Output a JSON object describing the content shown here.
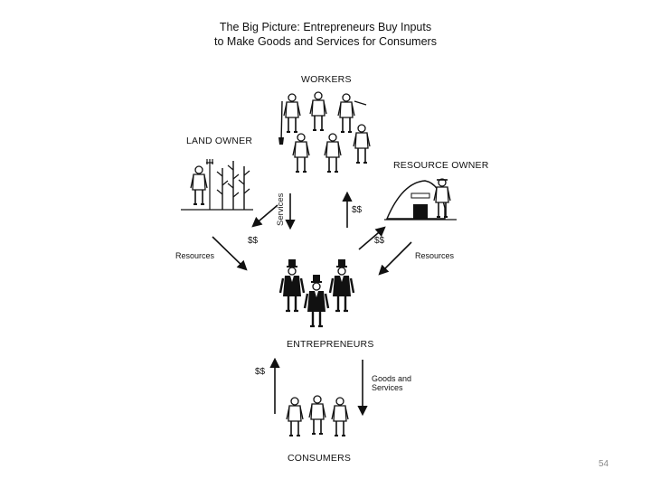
{
  "title": {
    "line1": "The Big Picture: Entrepreneurs Buy Inputs",
    "line2": "to Make Goods and Services for Consumers"
  },
  "labels": {
    "workers": "WORKERS",
    "land_owner": "LAND OWNER",
    "resource_owner": "RESOURCE OWNER",
    "entrepreneurs": "ENTREPRENEURS",
    "consumers": "CONSUMERS"
  },
  "flows": {
    "services": "Services",
    "money_workers": "$$",
    "money_land": "$$",
    "money_resource": "$$",
    "resources_left": "Resources",
    "resources_right": "Resources",
    "money_consumers": "$$",
    "goods_line1": "Goods and",
    "goods_line2": "Services"
  },
  "page_number": "54"
}
